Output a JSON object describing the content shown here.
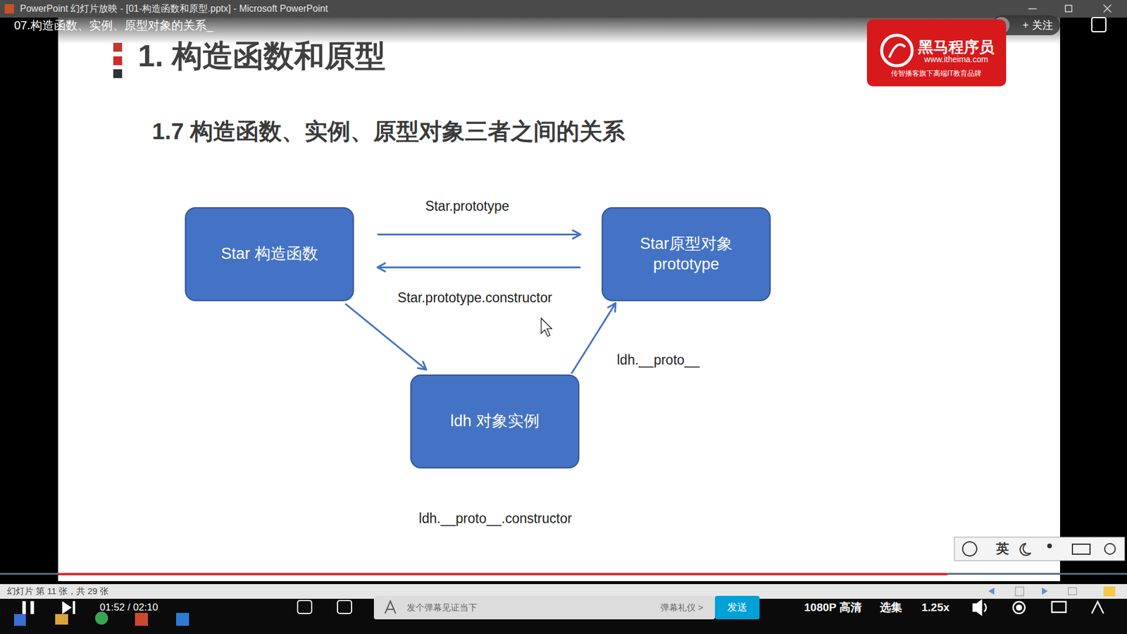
{
  "diagram": {
    "title": "1. 构造函数和原型",
    "nodes": [
      {
        "text": [
          "Star 构造函数"
        ]
      },
      {
        "text": [
          "Star原型对象 prototype"
        ]
      },
      {
        "text": [
          "ldh 对象实例"
        ]
      }
    ],
    "edges": [
      {
        "from": 0,
        "to": 1,
        "label": "Star.prototype",
        "arrow": "to"
      },
      {
        "from": 1,
        "to": 0,
        "label": "Star.prototype.constructor",
        "arrow": "to"
      },
      {
        "from": 0,
        "to": 2,
        "arrow": "to"
      },
      {
        "from": 2,
        "to": 1,
        "label": "ldh.__proto__",
        "arrow": "to"
      }
    ],
    "labels": [
      "PowerPoint 幻灯片放映 - [01-构造函数和原型.pptx] - Microsoft PowerPoint",
      "07.构造函数、实例、原型对象的关系_",
      "+ 关注",
      "黑马程序员",
      "www.itheima.com",
      "传智播客旗下高端IT教育品牌",
      "1.7 构造函数、实例、原型对象三者之间的关系",
      "ldh.__proto__.constructor",
      "英",
      "幻灯片 第 11 张，共 29 张",
      "01:52 / 02:10",
      "发个弹幕见证当下",
      "弹幕礼仪 >",
      "发送",
      "1080P 高清",
      "选集",
      "1.25x"
    ]
  }
}
